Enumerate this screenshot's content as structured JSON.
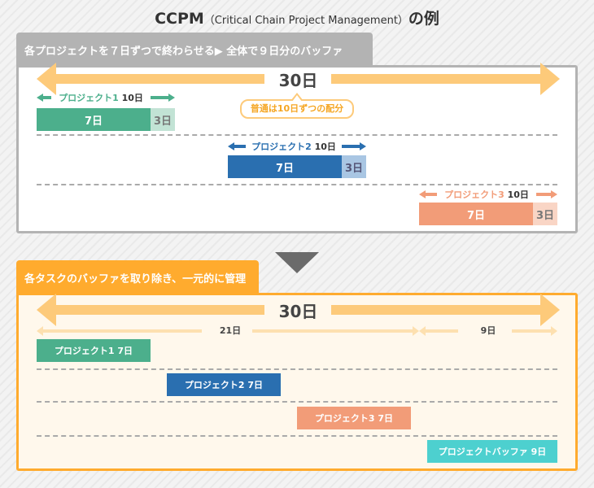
{
  "title": {
    "main": "CCPM",
    "sub": "（Critical Chain Project Management）",
    "suffix": "の例"
  },
  "before": {
    "tab": "各プロジェクトを７日ずつで終わらせる▶ 全体で９日分のバッファ",
    "total": "30日",
    "callout": "普通は10日ずつの配分",
    "projects": [
      {
        "name": "プロジェクト1",
        "total": "10日",
        "work": "7日",
        "buffer": "3日",
        "color": "#4caf8c",
        "light": "#c2e3d5"
      },
      {
        "name": "プロジェクト2",
        "total": "10日",
        "work": "7日",
        "buffer": "3日",
        "color": "#2a6fb0",
        "light": "#a9c6e3"
      },
      {
        "name": "プロジェクト3",
        "total": "10日",
        "work": "7日",
        "buffer": "3日",
        "color": "#f29c78",
        "light": "#f9d5c5"
      }
    ]
  },
  "after": {
    "tab": "各タスクのバッファを取り除き、一元的に管理",
    "total": "30日",
    "span1": "21日",
    "span2": "9日",
    "projects": [
      {
        "label": "プロジェクト1  7日"
      },
      {
        "label": "プロジェクト2  7日"
      },
      {
        "label": "プロジェクト3  7日"
      },
      {
        "label": "プロジェクトバッファ  9日",
        "color": "#4dd0cf"
      }
    ]
  }
}
